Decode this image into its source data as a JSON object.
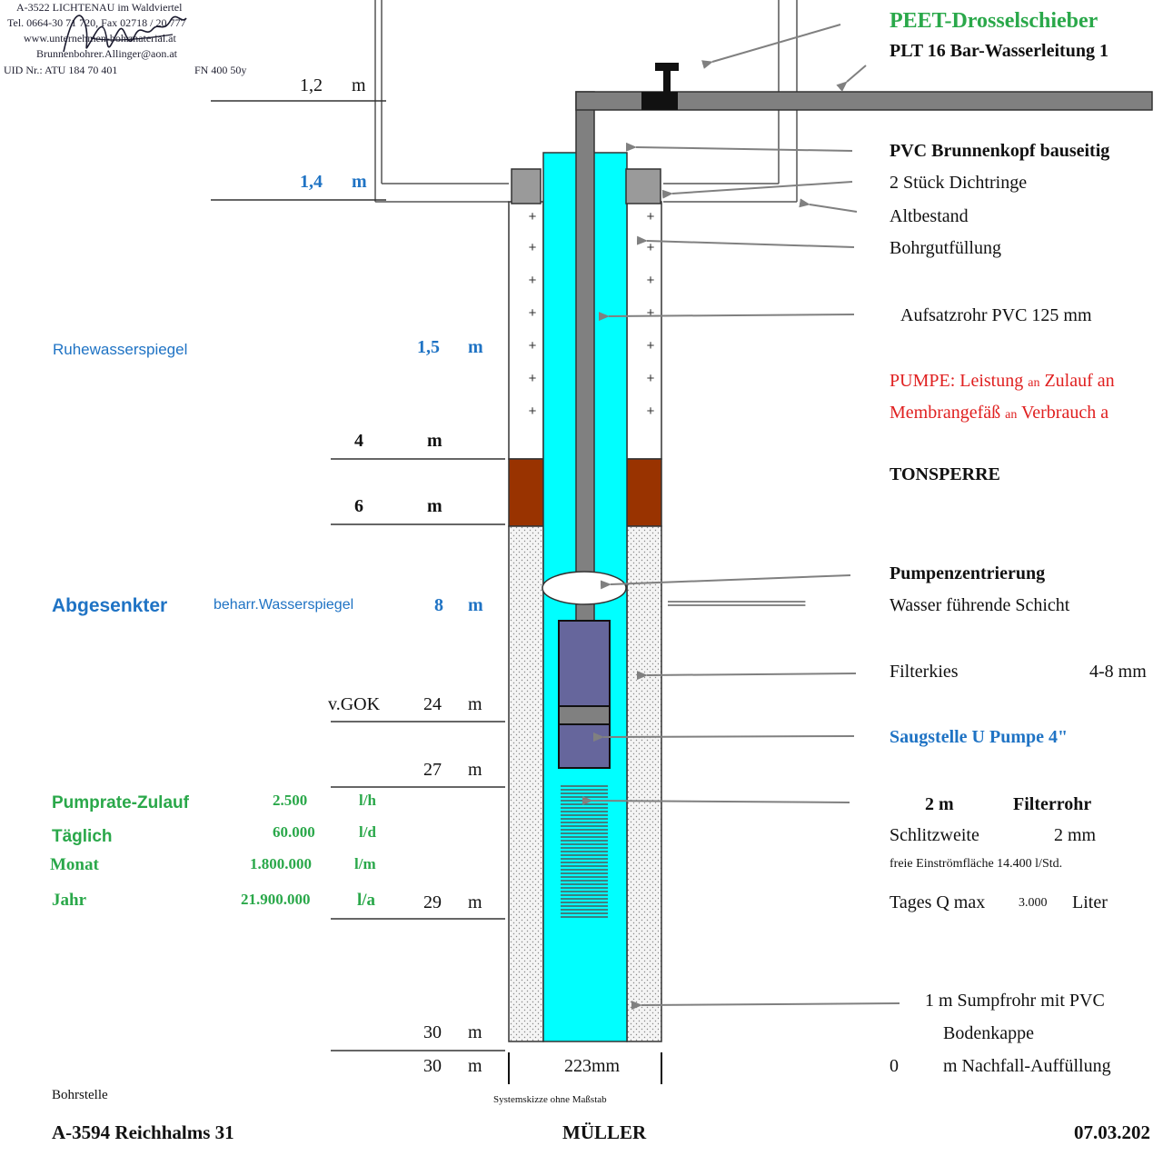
{
  "colors": {
    "water": "#00ffff",
    "clay_seal": "#993300",
    "pump_body": "#66669c",
    "pipe": "#808080",
    "cap": "#9a9a9a",
    "green_text": "#2aa84a",
    "blue_text": "#1f73c4",
    "red_text": "#e02020"
  },
  "stamp": {
    "line1": "A-3522 LICHTENAU im Waldviertel",
    "line2": "Tel. 0664-30 71 720, Fax 02718 / 20 777",
    "line3": "www.unternehmen-bohrmaterial.at",
    "line4": "Brunnenbohrer.Allinger@aon.at",
    "line5": "UID Nr.: ATU 184 70 401",
    "line6": "FN 400 50y"
  },
  "depths": {
    "d1_2": {
      "value": "1,2",
      "unit": "m"
    },
    "d1_4": {
      "value": "1,4",
      "unit": "m"
    },
    "d1_5": {
      "value": "1,5",
      "unit": "m"
    },
    "d4": {
      "value": "4",
      "unit": "m"
    },
    "d6": {
      "value": "6",
      "unit": "m"
    },
    "d8": {
      "value": "8",
      "unit": "m"
    },
    "d24": {
      "value": "24",
      "unit": "m",
      "prefix": "v.GOK"
    },
    "d27": {
      "value": "27",
      "unit": "m"
    },
    "d29": {
      "value": "29",
      "unit": "m"
    },
    "d30a": {
      "value": "30",
      "unit": "m"
    },
    "d30b": {
      "value": "30",
      "unit": "m"
    }
  },
  "left_labels": {
    "ruhe": "Ruhewasserspiegel",
    "abgesenkter": "Abgesenkter",
    "beharr": "beharr.Wasserspiegel",
    "bohrstelle": "Bohrstelle",
    "address": "A-3594 Reichhalms 31"
  },
  "pump_rates": [
    {
      "label": "Pumprate-Zulauf",
      "value": "2.500",
      "unit": "l/h"
    },
    {
      "label": "Täglich",
      "value": "60.000",
      "unit": "l/d"
    },
    {
      "label": "Monat",
      "value": "1.800.000",
      "unit": "l/m"
    },
    {
      "label": "Jahr",
      "value": "21.900.000",
      "unit": "l/a"
    }
  ],
  "right_labels": {
    "peet": "PEET-Drosselschieber",
    "plt": "PLT  16 Bar-Wasserleitung 1",
    "brunnenkopf": "PVC Brunnenkopf bauseitig",
    "dichtringe": "2 Stück Dichtringe",
    "altbestand": "Altbestand",
    "bohrgut": "Bohrgutfüllung",
    "aufsatzrohr": "Aufsatzrohr PVC   125 mm",
    "pumpe_a": "PUMPE: Leistung ",
    "pumpe_b": "an",
    "pumpe_c": " Zulauf an",
    "membran_a": "Membrangefäß ",
    "membran_b": "an",
    "membran_c": " Verbrauch a",
    "tonsperre": "TONSPERRE",
    "zentrierung": "Pumpenzentrierung",
    "schicht": "Wasser führende Schicht",
    "schicht_marks": "=================",
    "filterkies": "Filterkies",
    "filterkies_size": "4-8 mm",
    "saugstelle": "Saugstelle U Pumpe 4\"",
    "filterrohr_len": "2 m",
    "filterrohr": "Filterrohr",
    "schlitz": "Schlitzweite",
    "schlitz_val": "2 mm",
    "einstrom": "freie Einströmfläche 14.400 l/Std.",
    "tages": "Tages Q max",
    "tages_val": "3.000",
    "tages_unit": "Liter",
    "sumpf": "1 m Sumpfrohr mit PVC",
    "bodenkappe": "Bodenkappe",
    "nachfall_val": "0",
    "nachfall": "m  Nachfall-Auffüllung"
  },
  "bottom": {
    "diameter": "223mm",
    "skizze": "Systemskizze ohne Maßstab",
    "client": "MÜLLER",
    "date": "07.03.202"
  }
}
